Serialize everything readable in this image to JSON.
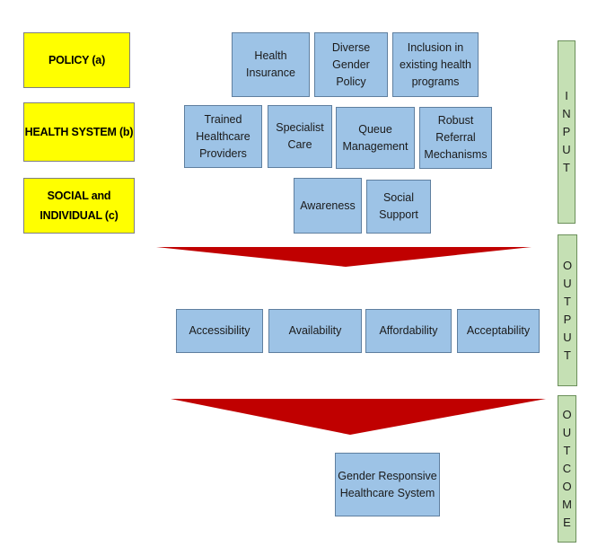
{
  "categories": [
    {
      "label": "POLICY (a)"
    },
    {
      "label": "HEALTH SYSTEM (b)"
    },
    {
      "label": "SOCIAL and\nINDIVIDUAL (c)"
    }
  ],
  "policy_boxes": [
    {
      "label": "Health\nInsurance"
    },
    {
      "label": "Diverse\nGender\nPolicy"
    },
    {
      "label": "Inclusion in\nexisting health\nprograms"
    }
  ],
  "health_system_boxes": [
    {
      "label": "Trained\nHealthcare\nProviders"
    },
    {
      "label": "Specialist\nCare"
    },
    {
      "label": "Queue\nManagement"
    },
    {
      "label": "Robust\nReferral\nMechanisms"
    }
  ],
  "social_boxes": [
    {
      "label": "Awareness"
    },
    {
      "label": "Social\nSupport"
    }
  ],
  "output_boxes": [
    {
      "label": "Accessibility"
    },
    {
      "label": "Availability"
    },
    {
      "label": "Affordability"
    },
    {
      "label": "Acceptability"
    }
  ],
  "outcome_box": {
    "label": "Gender Responsive\nHealthcare System"
  },
  "stages": {
    "input": [
      "I",
      "N",
      "P",
      "U",
      "T"
    ],
    "output": [
      "O",
      "U",
      "T",
      "P",
      "U",
      "T"
    ],
    "outcome": [
      "O",
      "U",
      "T",
      "C",
      "O",
      "M",
      "E"
    ]
  },
  "colors": {
    "category_fill": "#ffff00",
    "box_fill": "#9dc3e6",
    "stage_fill": "#c5e0b4",
    "arrow_fill": "#c00000"
  }
}
